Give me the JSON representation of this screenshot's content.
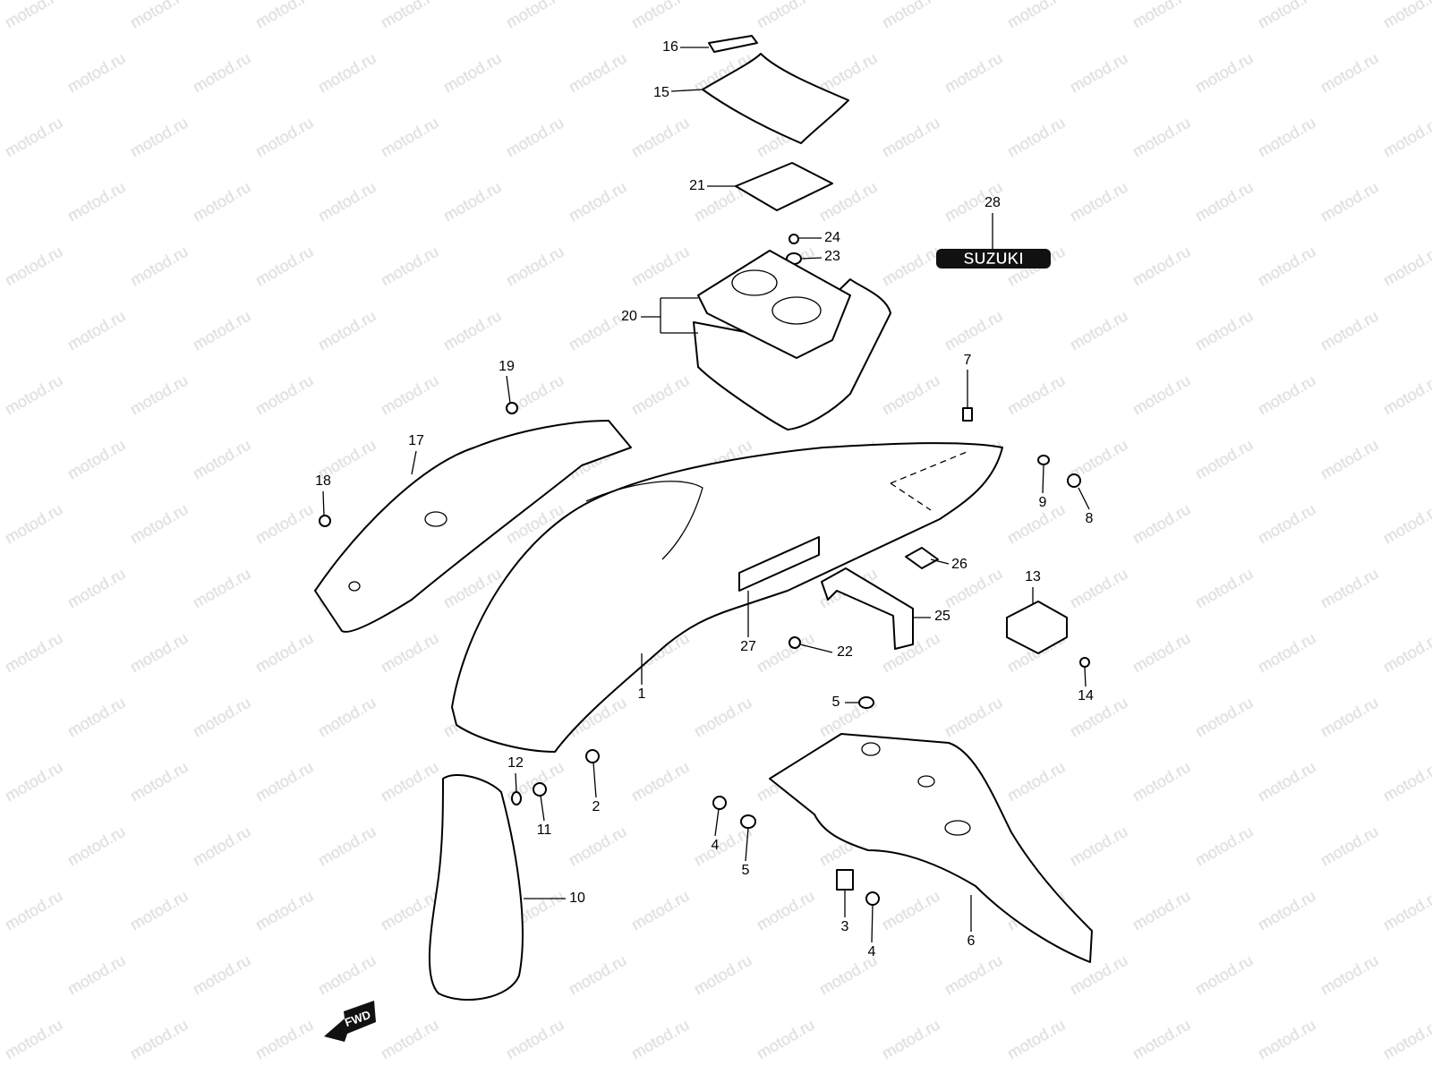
{
  "watermark": "motod.ru",
  "logo_text": "SUZUKI",
  "direction_badge": "FWD",
  "callouts": [
    "16",
    "15",
    "21",
    "24",
    "23",
    "28",
    "20",
    "19",
    "7",
    "17",
    "18",
    "9",
    "8",
    "26",
    "13",
    "25",
    "27",
    "22",
    "1",
    "14",
    "5",
    "12",
    "2",
    "11",
    "4",
    "5",
    "10",
    "3",
    "4",
    "6"
  ]
}
